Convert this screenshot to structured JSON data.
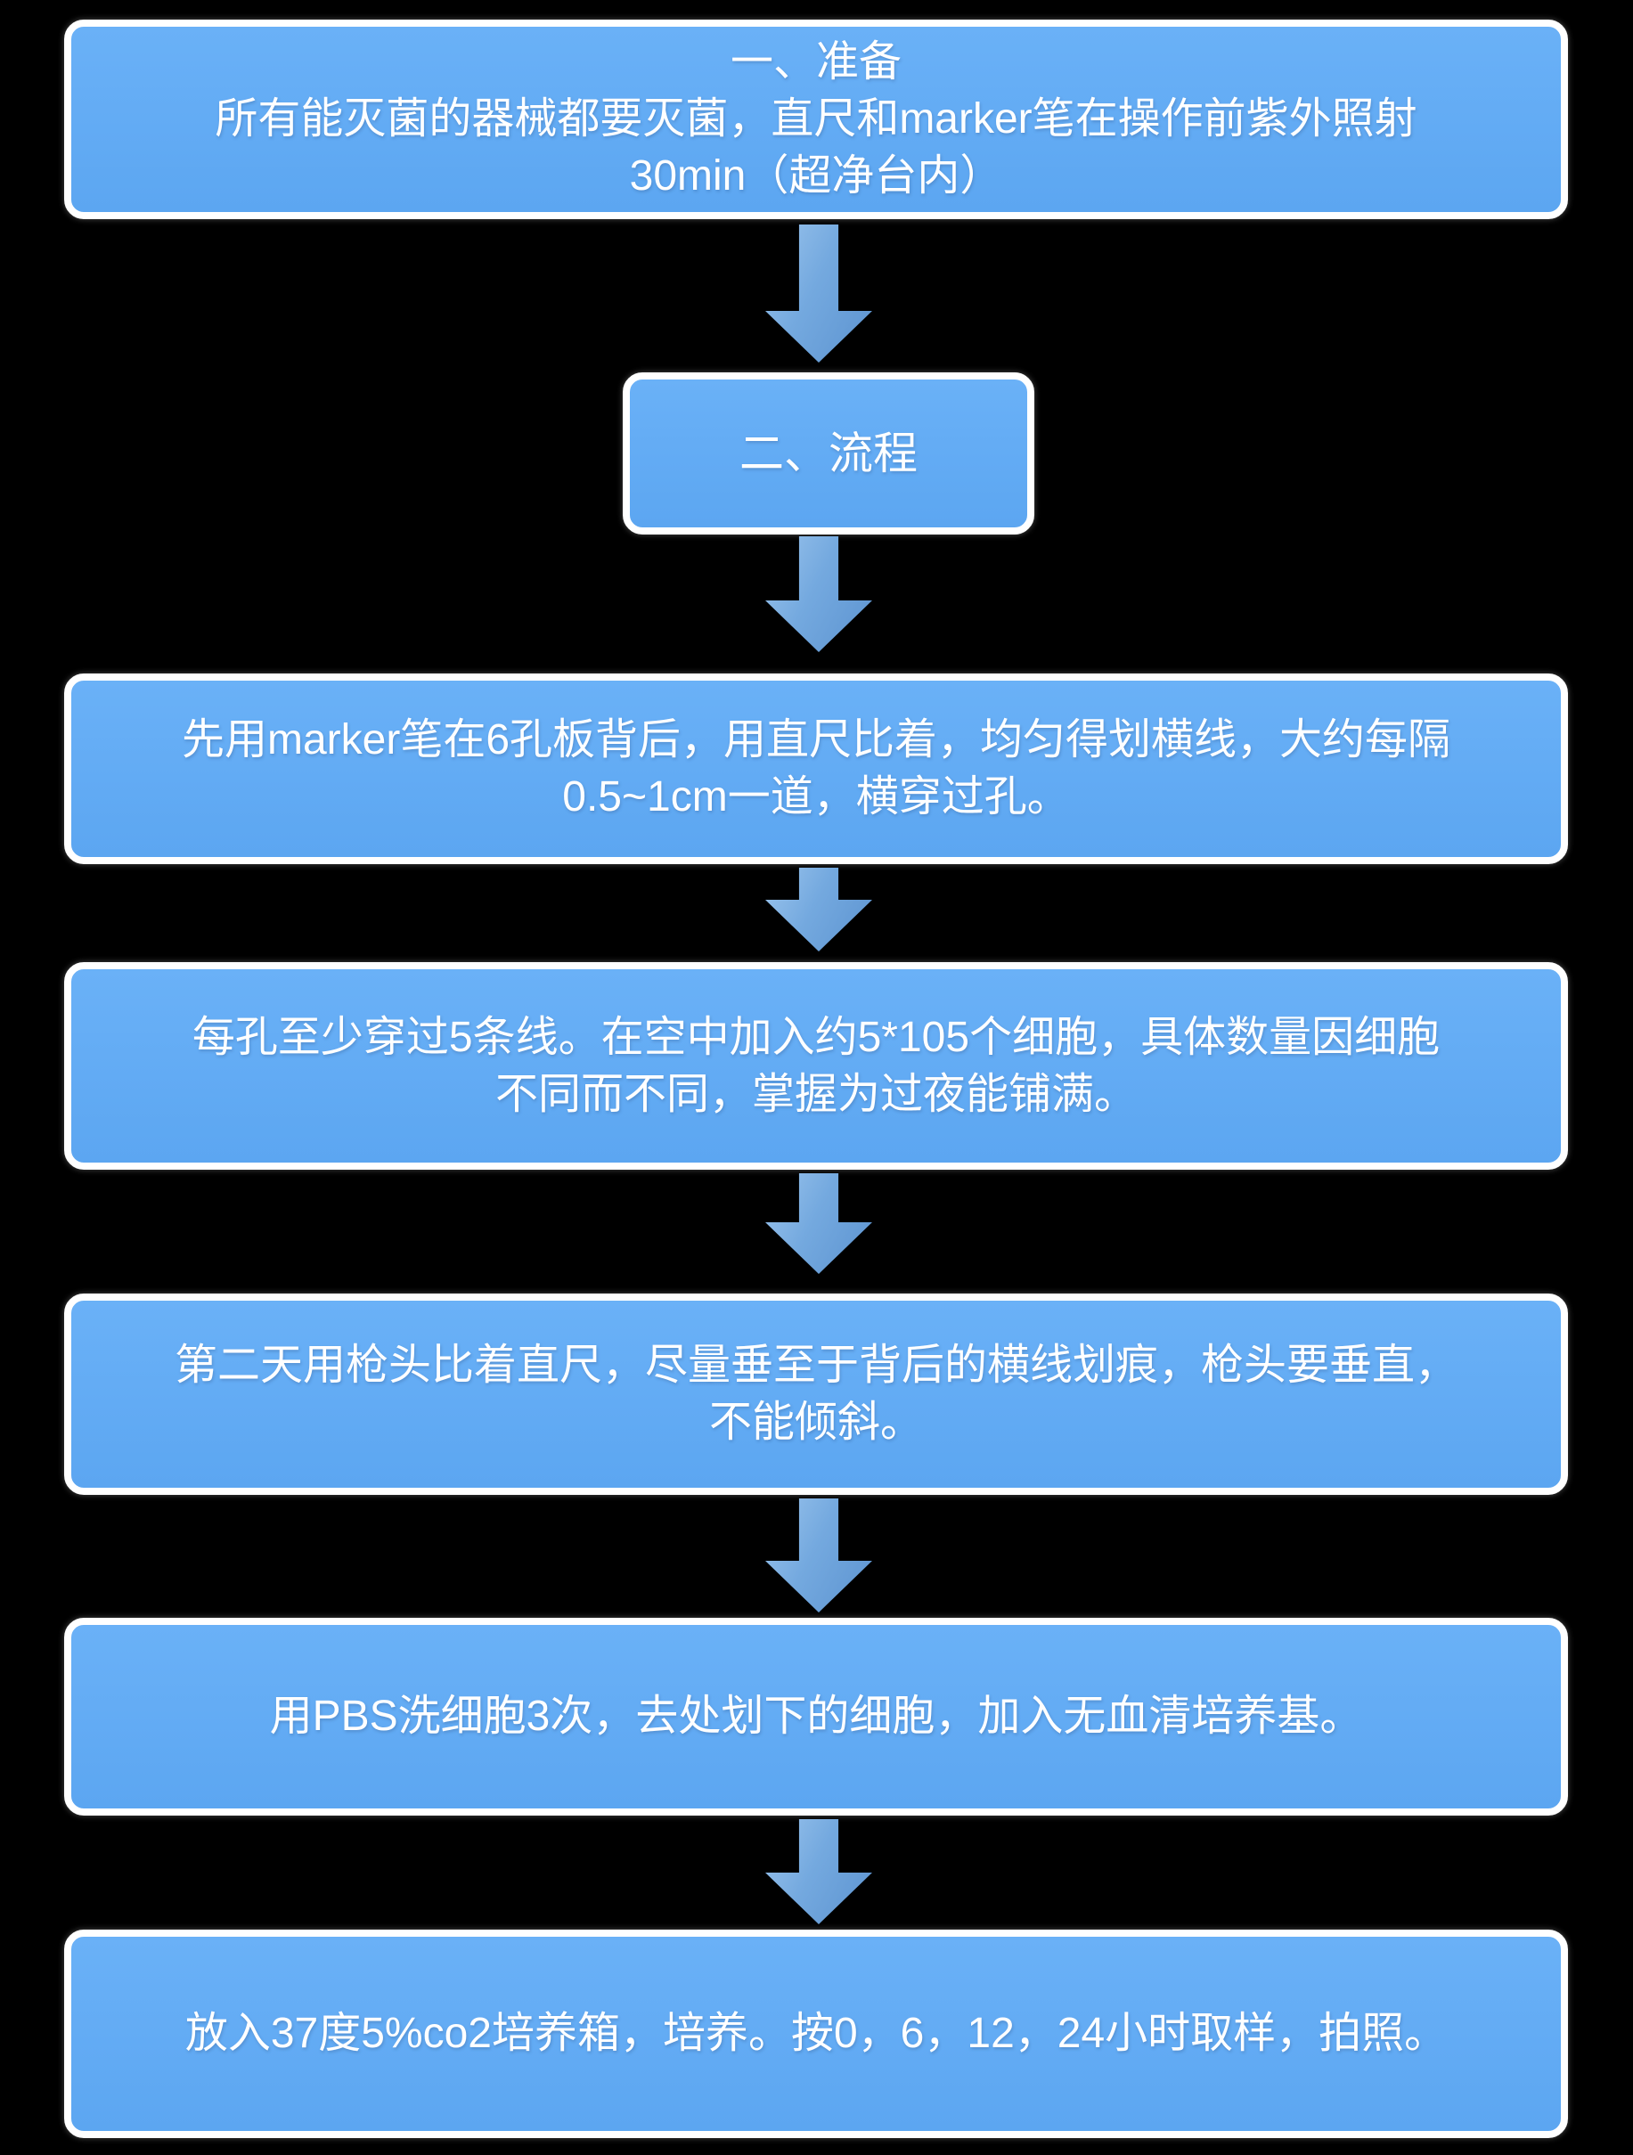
{
  "page": {
    "background_color": "#000000",
    "diagram_type": "flowchart"
  },
  "flowchart": {
    "colors": {
      "box_fill": "#60AAF3",
      "box_border": "#FFFFFF",
      "arrow_fill_light": "#9CC5ED",
      "arrow_fill_dark": "#5C93D0",
      "text": "#FFFFFF"
    },
    "steps": [
      {
        "name": "preparation",
        "lines": [
          "一、准备",
          "所有能灭菌的器械都要灭菌，直尺和marker笔在操作前紫外照射",
          "30min（超净台内）"
        ]
      },
      {
        "name": "process-title",
        "lines": [
          "二、流程"
        ]
      },
      {
        "name": "draw-lines",
        "lines": [
          "先用marker笔在6孔板背后，用直尺比着，均匀得划横线，大约每隔",
          "0.5~1cm一道，横穿过孔。"
        ]
      },
      {
        "name": "seed-cells",
        "lines": [
          "每孔至少穿过5条线。在空中加入约5*105个细胞，具体数量因细胞",
          "不同而不同，掌握为过夜能铺满。"
        ]
      },
      {
        "name": "scratch",
        "lines": [
          "第二天用枪头比着直尺，尽量垂至于背后的横线划痕，枪头要垂直，",
          "不能倾斜。"
        ]
      },
      {
        "name": "wash-pbs",
        "lines": [
          "用PBS洗细胞3次，去处划下的细胞，加入无血清培养基。"
        ]
      },
      {
        "name": "incubate",
        "lines": [
          "放入37度5%co2培养箱，培养。按0，6，12，24小时取样，拍照。"
        ]
      }
    ]
  }
}
